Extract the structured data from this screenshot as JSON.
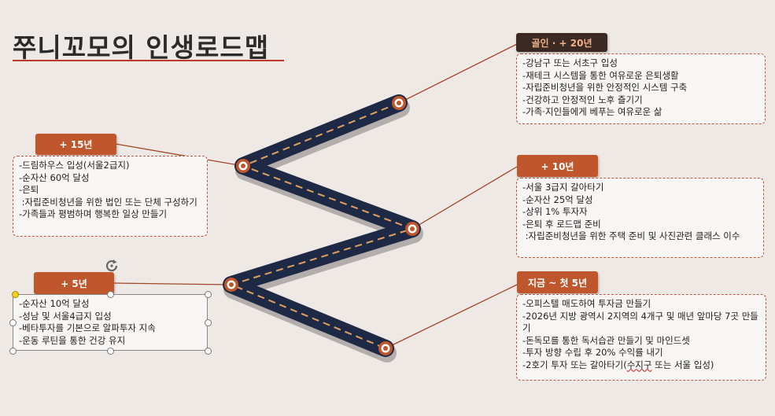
{
  "title": "쭈니꼬모의 인생로드맵",
  "milestones": [
    {
      "tag": "골인 · + 20년",
      "lines": [
        "-강남구 또는 서초구 입성",
        "-재테크 시스템을 통한 여유로운 은퇴생활",
        "-자립준비청년을 위한 안정적인 시스템 구축",
        "-건강하고 안정적인 노후 즐기기",
        "-가족·지인들에게 베푸는 여유로운 삶"
      ]
    },
    {
      "tag": "+ 15년",
      "lines": [
        "-드림하우스 입성(서울2급지)",
        "-순자산 60억 달성",
        "-은퇴",
        " :자립준비청년을 위한 법인 또는 단체 구성하기",
        "-가족들과 평범하며 행복한 일상 만들기"
      ]
    },
    {
      "tag": "+ 10년",
      "lines": [
        "-서울 3급지 갈아타기",
        "-순자산 25억 달성",
        "-상위 1% 투자자",
        "-은퇴 후 로드맵 준비",
        " :자립준비청년을 위한 주택 준비 및 사진관련 클래스 이수"
      ]
    },
    {
      "tag": "+ 5년",
      "lines": [
        "-순자산 10억 달성",
        "-성남 및 서울4급지 입성",
        "-베타투자를 기본으로 알파투자 지속",
        "-운동 루틴을 통한 건강 유지"
      ]
    },
    {
      "tag": "지금 ~ 첫 5년",
      "lines": [
        "-오피스텔 매도하여 투자금 만들기",
        "-2026년 지방 광역시 2지역의 4개구 및 매년 앞마당 7곳 만들기",
        "-돈독모를 통한 독서습관 만들기 및 마인드셋",
        "-투자 방향 수립 후 20% 수익률 내기"
      ],
      "last_line_parts": [
        "-2호기 투자 또는 갈아타기(",
        "수지구",
        " 또는 서울 입성)"
      ]
    }
  ],
  "colors": {
    "road": "#1e2a45",
    "road_dash": "#e0a060",
    "tag": "#c0562c",
    "tag_dark": "#3b2a23",
    "connector": "#a0462a",
    "marker": "#c0562c"
  }
}
